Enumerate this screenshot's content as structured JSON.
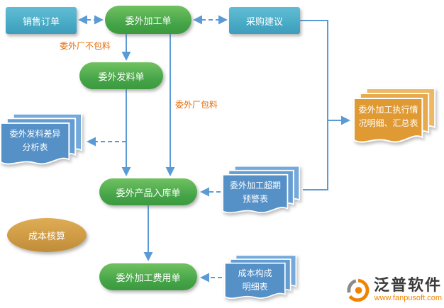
{
  "nodes": {
    "sales_order": {
      "label": "销售订单"
    },
    "outsourcing_order": {
      "label": "委外加工单"
    },
    "purchase_suggestion": {
      "label": "采购建议"
    },
    "material_issue": {
      "label": "委外发料单"
    },
    "issue_diff_report": {
      "line1": "委外发料差异",
      "line2": "分析表"
    },
    "product_inbound": {
      "label": "委外产品入库单"
    },
    "overdue_warning": {
      "line1": "委外加工超期",
      "line2": "预警表"
    },
    "execution_report": {
      "line1": "委外加工执行情",
      "line2": "况明细、汇总表"
    },
    "cost_accounting": {
      "label": "成本核算"
    },
    "processing_fee": {
      "label": "委外加工费用单"
    },
    "cost_detail": {
      "line1": "成本构成",
      "line2": "明细表"
    }
  },
  "edge_labels": {
    "no_material": "委外厂不包料",
    "with_material": "委外厂包料"
  },
  "colors": {
    "green_node": "#45a448",
    "teal_node": "#4bacc6",
    "blue_doc": "#5590c7",
    "orange_doc": "#e09a33",
    "gold_ellipse": "#cf9b45",
    "arrow": "#5b9bd5",
    "edge_label": "#e36c09"
  },
  "logo": {
    "name": "泛普软件",
    "url": "www.fanpusoft.com",
    "icon": "fanpu-circle-logo"
  }
}
